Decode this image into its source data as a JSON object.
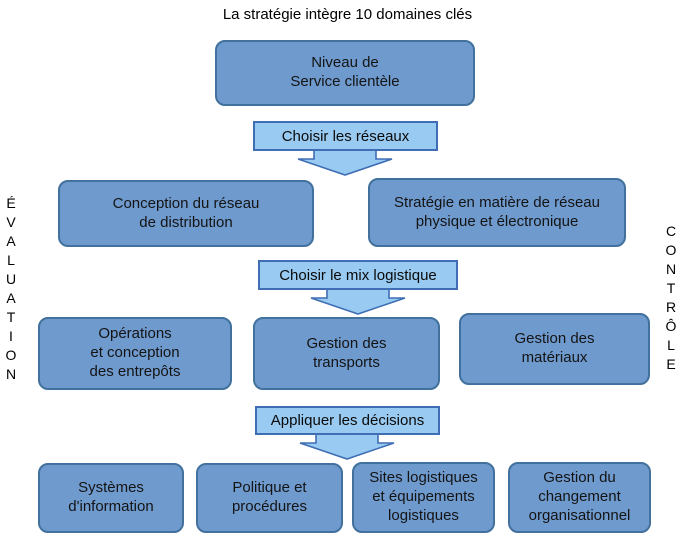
{
  "title": "La stratégie intègre 10 domaines clés",
  "side_labels": {
    "left": "ÉVALUATION",
    "right": "CONTRÔLE"
  },
  "colors": {
    "box_fill": "#6f9ace",
    "box_border": "#41719c",
    "connector_fill": "#99cbf2",
    "connector_border": "#3f6eb5",
    "text": "#141414"
  },
  "boxes": {
    "niveau_service": "Niveau de\nService clientèle",
    "conception_reseau": "Conception du réseau\nde distribution",
    "strategie_reseau": "Stratégie en matière de réseau\nphysique et électronique",
    "operations_entrepots": "Opérations\net conception\ndes entrepôts",
    "gestion_transports": "Gestion des\ntransports",
    "gestion_materiaux": "Gestion des\nmatériaux",
    "systemes_information": "Systèmes\nd'information",
    "politique_procedures": "Politique et\nprocédures",
    "sites_logistiques": "Sites logistiques\net équipements\nlogistiques",
    "gestion_changement": "Gestion du\nchangement\norganisationnel"
  },
  "connectors": {
    "choisir_reseaux": "Choisir les réseaux",
    "choisir_mix": "Choisir le mix logistique",
    "appliquer_decisions": "Appliquer les décisions"
  }
}
